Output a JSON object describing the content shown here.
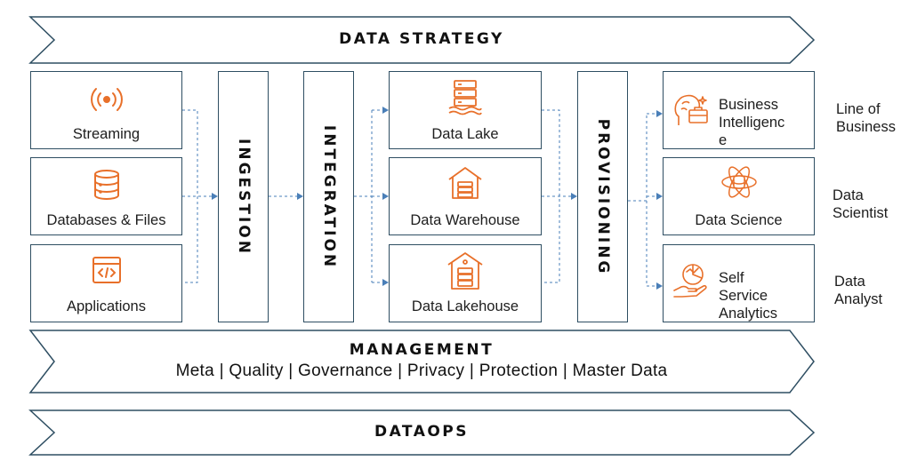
{
  "banners": {
    "strategy": "DATA STRATEGY",
    "management": "MANAGEMENT",
    "management_items": "Meta | Quality | Governance | Privacy | Protection | Master Data",
    "dataops": "DATAOPS"
  },
  "sources": [
    {
      "label": "Streaming",
      "icon": "broadcast-icon"
    },
    {
      "label": "Databases & Files",
      "icon": "database-icon"
    },
    {
      "label": "Applications",
      "icon": "code-window-icon"
    }
  ],
  "stages": {
    "ingestion": "INGESTION",
    "integration": "INTEGRATION",
    "provisioning": "PROVISIONING"
  },
  "stores": [
    {
      "label": "Data Lake",
      "icon": "server-lake-icon"
    },
    {
      "label": "Data Warehouse",
      "icon": "warehouse-icon"
    },
    {
      "label": "Data Lakehouse",
      "icon": "lakehouse-icon"
    }
  ],
  "outputs": [
    {
      "lines": [
        "Business",
        "Intelligenc",
        "e"
      ],
      "icon": "brain-briefcase-icon"
    },
    {
      "lines": [
        "Data Science"
      ],
      "icon": "atom-database-icon"
    },
    {
      "lines": [
        "Self",
        "Service",
        "Analytics"
      ],
      "icon": "hand-chart-icon"
    }
  ],
  "roles": [
    {
      "lines": [
        "Line of",
        "Business"
      ]
    },
    {
      "lines": [
        "Data",
        "Scientist"
      ]
    },
    {
      "lines": [
        "Data",
        "Analyst"
      ]
    }
  ],
  "colors": {
    "border": "#2e4e62",
    "icon": "#e8702a",
    "connector": "#4a7fb8"
  }
}
